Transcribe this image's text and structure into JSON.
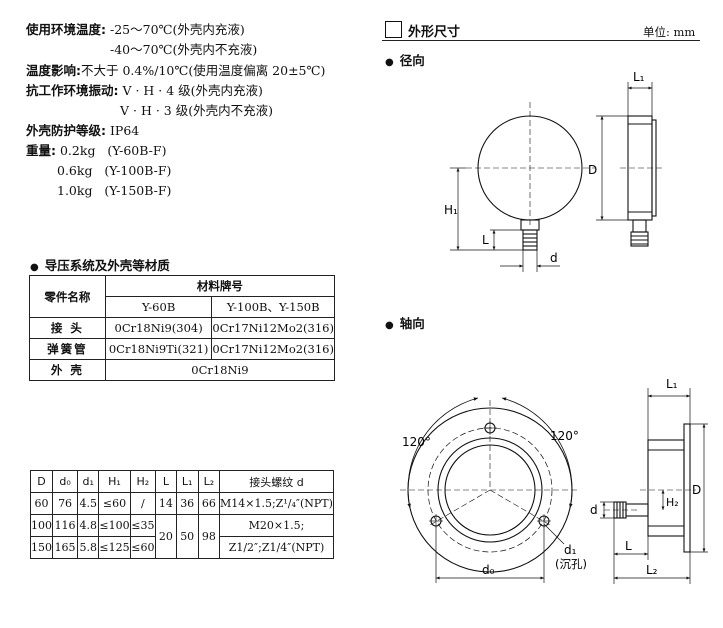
{
  "specs": {
    "temp_label": "使用环境温度:",
    "temp_line1": "-25～70℃(外壳内充液)",
    "temp_line2": "-40～70℃(外壳内不充液)",
    "influence_label": "温度影响:",
    "influence_value": "不大于 0.4%/10℃(使用温度偏离 20±5℃)",
    "vibration_label": "抗工作环境振动:",
    "vibration_line1": "V · H · 4 级(外壳内充液)",
    "vibration_line2": "V · H · 3 级(外壳内不充液)",
    "protection_label": "外壳防护等级:",
    "protection_value": "IP64",
    "weight_label": "重量:",
    "weights": [
      {
        "w": "0.2kg",
        "m": "(Y-60B-F)"
      },
      {
        "w": "0.6kg",
        "m": "(Y-100B-F)"
      },
      {
        "w": "1.0kg",
        "m": "(Y-150B-F)"
      }
    ]
  },
  "materials": {
    "bullet": "●",
    "title": "导压系统及外壳等材质",
    "col_part": "零件名称",
    "col_grade": "材料牌号",
    "col_a": "Y-60B",
    "col_b": "Y-100B、Y-150B",
    "rows": [
      {
        "part": "接 头",
        "a": "0Cr18Ni9(304)",
        "b": "0Cr17Ni12Mo2(316)"
      },
      {
        "part": "弹簧管",
        "a": "0Cr18Ni9Ti(321)",
        "b": "0Cr17Ni12Mo2(316)"
      },
      {
        "part": "外 壳",
        "ab": "0Cr18Ni9"
      }
    ]
  },
  "dims": {
    "headers": [
      "D",
      "d₀",
      "d₁",
      "H₁",
      "H₂",
      "L",
      "L₁",
      "L₂",
      "接头螺纹 d"
    ],
    "r1": [
      "60",
      "76",
      "4.5",
      "≤60",
      "/",
      "14",
      "36",
      "66",
      "M14×1.5;Z¹/₄″(NPT)"
    ],
    "r2": [
      "100",
      "116",
      "4.8",
      "≤100",
      "≤35",
      "20",
      "50",
      "98",
      "M20×1.5;"
    ],
    "r3": [
      "150",
      "165",
      "5.8",
      "≤125",
      "≤60",
      "Z1/2″;Z1/4″(NPT)"
    ]
  },
  "outline": {
    "title": "外形尺寸",
    "unit": "单位: mm",
    "bullet": "●",
    "radial": "径向",
    "axial": "轴向"
  },
  "radial_labels": {
    "L1": "L₁",
    "D": "D",
    "H1": "H₁",
    "L": "L",
    "d": "d"
  },
  "axial_labels": {
    "a1": "120°",
    "a2": "120°",
    "d0": "d₀",
    "d1": "d₁",
    "hole": "(沉孔)",
    "L1": "L₁",
    "H2": "H₂",
    "d": "d",
    "D": "D",
    "L": "L",
    "L2": "L₂"
  }
}
